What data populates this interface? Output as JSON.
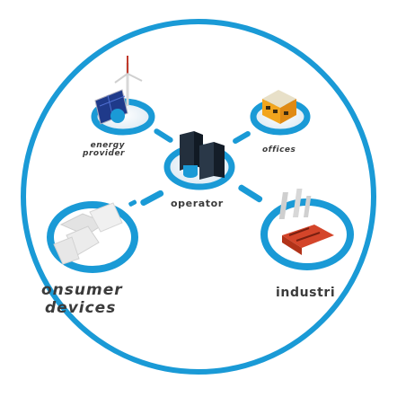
{
  "diagram": {
    "center": {
      "label": "operator"
    },
    "nodes": [
      {
        "id": "energy",
        "label_line1": "energy",
        "label_line2": "provider"
      },
      {
        "id": "offices",
        "label": "offices"
      },
      {
        "id": "consumer",
        "label_line1": "onsumer",
        "label_line2": "devices"
      },
      {
        "id": "industry",
        "label": "industri"
      }
    ],
    "colors": {
      "accent": "#1a9ad6",
      "dark": "#1f2c3a",
      "ring_inner": "#e9f3fa",
      "text": "#3b3b3b"
    }
  }
}
